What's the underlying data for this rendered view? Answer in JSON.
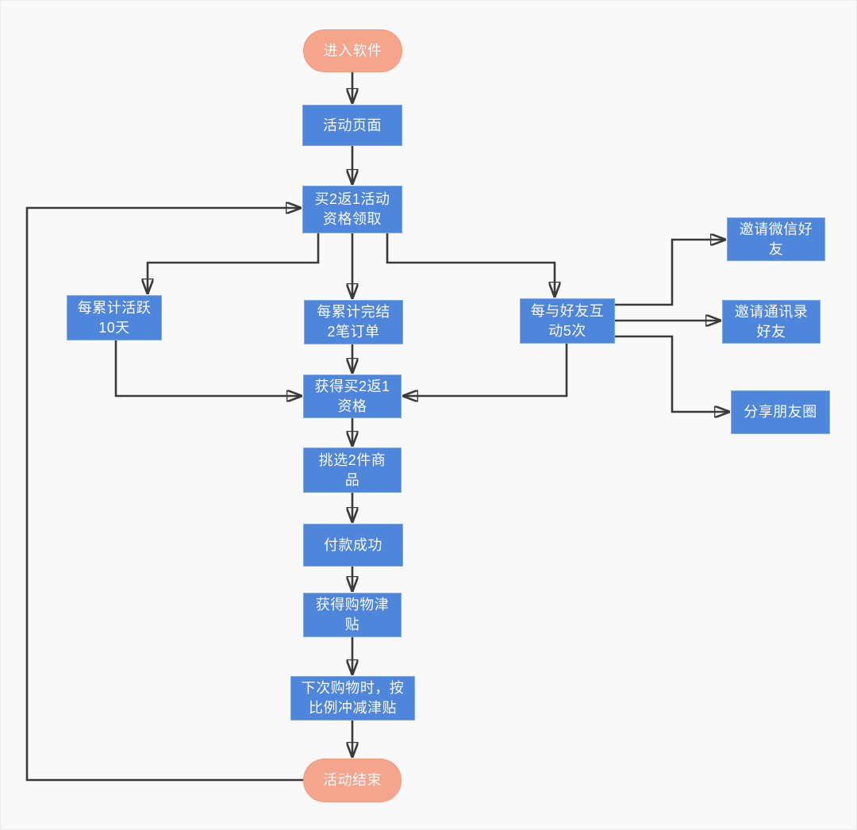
{
  "flowchart": {
    "nodes": {
      "start": {
        "label": "进入软件",
        "type": "terminal"
      },
      "activity_page": {
        "label": "活动页面",
        "type": "process"
      },
      "claim_qualification": {
        "label": "买2返1活动\n资格领取",
        "type": "process"
      },
      "active_10_days": {
        "label": "每累计活跃\n10天",
        "type": "process"
      },
      "complete_2_orders": {
        "label": "每累计完结\n2笔订单",
        "type": "process"
      },
      "interact_friends_5": {
        "label": "每与好友互\n动5次",
        "type": "process"
      },
      "invite_wechat_friends": {
        "label": "邀请微信好\n友",
        "type": "process"
      },
      "invite_contact_friends": {
        "label": "邀请通讯录\n好友",
        "type": "process"
      },
      "share_moments": {
        "label": "分享朋友圈",
        "type": "process"
      },
      "get_qualification": {
        "label": "获得买2返1\n资格",
        "type": "process"
      },
      "pick_2_products": {
        "label": "挑选2件商\n品",
        "type": "process"
      },
      "payment_success": {
        "label": "付款成功",
        "type": "process"
      },
      "get_shopping_allowance": {
        "label": "获得购物津\n贴",
        "type": "process"
      },
      "next_purchase_deduct": {
        "label": "下次购物时，按\n比例冲减津贴",
        "type": "process"
      },
      "end": {
        "label": "活动结束",
        "type": "terminal"
      }
    },
    "colors": {
      "process_fill": "#4E86DB",
      "terminal_fill": "#F5A58B",
      "terminal_border": "#F09B7E",
      "connector": "#3A3A3A",
      "label_text": "#FFFFFF",
      "canvas_background": "#F9F9F9"
    }
  }
}
